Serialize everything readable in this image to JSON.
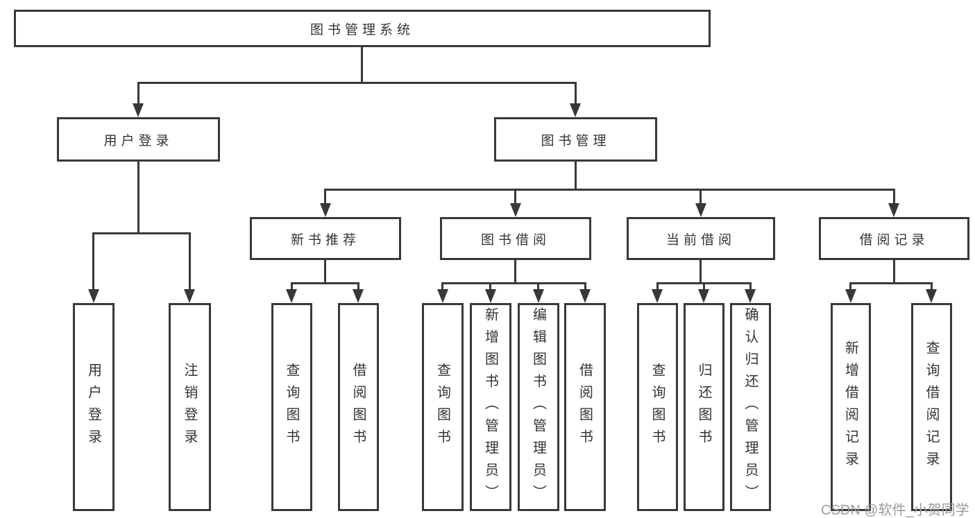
{
  "diagram_title": "图书管理系统",
  "watermark": "CSDN @软件_小贺同学",
  "colors": {
    "line": "#383838",
    "node_border": "#383838",
    "text": "#333333",
    "watermark": "#9b9b9b",
    "background": "#ffffff"
  },
  "tree": {
    "root": {
      "label": "图书管理系统",
      "children": [
        {
          "label": "用户登录",
          "children": [
            {
              "label": "用户登录"
            },
            {
              "label": "注销登录"
            }
          ]
        },
        {
          "label": "图书管理",
          "children": [
            {
              "label": "新书推荐",
              "children": [
                {
                  "label": "查询图书"
                },
                {
                  "label": "借阅图书"
                }
              ]
            },
            {
              "label": "图书借阅",
              "children": [
                {
                  "label": "查询图书"
                },
                {
                  "label": "新增图书（管理员）"
                },
                {
                  "label": "编辑图书（管理员）"
                },
                {
                  "label": "借阅图书"
                }
              ]
            },
            {
              "label": "当前借阅",
              "children": [
                {
                  "label": "查询图书"
                },
                {
                  "label": "归还图书"
                },
                {
                  "label": "确认归还（管理员）"
                }
              ]
            },
            {
              "label": "借阅记录",
              "children": [
                {
                  "label": "新增借阅记录"
                },
                {
                  "label": "查询借阅记录"
                }
              ]
            }
          ]
        }
      ]
    }
  }
}
